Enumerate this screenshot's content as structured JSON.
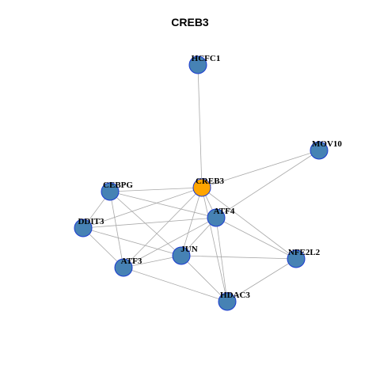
{
  "title": "CREB3",
  "colors": {
    "node_fill": "#4682B4",
    "node_stroke": "#1a3ad0",
    "center_fill": "#FFA500",
    "edge": "#a8a8a8"
  },
  "nodes": [
    {
      "id": "HCFC1",
      "label": "HCFC1",
      "center": false
    },
    {
      "id": "MOV10",
      "label": "MOV10",
      "center": false
    },
    {
      "id": "CREB3",
      "label": "CREB3",
      "center": true
    },
    {
      "id": "CEBPG",
      "label": "CEBPG",
      "center": false
    },
    {
      "id": "ATF4",
      "label": "ATF4",
      "center": false
    },
    {
      "id": "DDIT3",
      "label": "DDIT3",
      "center": false
    },
    {
      "id": "JUN",
      "label": "JUN",
      "center": false
    },
    {
      "id": "NFE2L2",
      "label": "NFE2L2",
      "center": false
    },
    {
      "id": "ATF3",
      "label": "ATF3",
      "center": false
    },
    {
      "id": "HDAC3",
      "label": "HDAC3",
      "center": false
    }
  ],
  "edges": [
    [
      "HCFC1",
      "CREB3"
    ],
    [
      "MOV10",
      "CREB3"
    ],
    [
      "MOV10",
      "ATF4"
    ],
    [
      "CREB3",
      "CEBPG"
    ],
    [
      "CREB3",
      "ATF4"
    ],
    [
      "CREB3",
      "DDIT3"
    ],
    [
      "CREB3",
      "JUN"
    ],
    [
      "CREB3",
      "ATF3"
    ],
    [
      "CREB3",
      "NFE2L2"
    ],
    [
      "CREB3",
      "HDAC3"
    ],
    [
      "CEBPG",
      "ATF4"
    ],
    [
      "CEBPG",
      "DDIT3"
    ],
    [
      "CEBPG",
      "JUN"
    ],
    [
      "CEBPG",
      "ATF3"
    ],
    [
      "ATF4",
      "DDIT3"
    ],
    [
      "ATF4",
      "JUN"
    ],
    [
      "ATF4",
      "ATF3"
    ],
    [
      "ATF4",
      "NFE2L2"
    ],
    [
      "ATF4",
      "HDAC3"
    ],
    [
      "DDIT3",
      "JUN"
    ],
    [
      "DDIT3",
      "ATF3"
    ],
    [
      "JUN",
      "NFE2L2"
    ],
    [
      "JUN",
      "HDAC3"
    ],
    [
      "JUN",
      "ATF3"
    ],
    [
      "ATF3",
      "HDAC3"
    ],
    [
      "NFE2L2",
      "HDAC3"
    ]
  ]
}
